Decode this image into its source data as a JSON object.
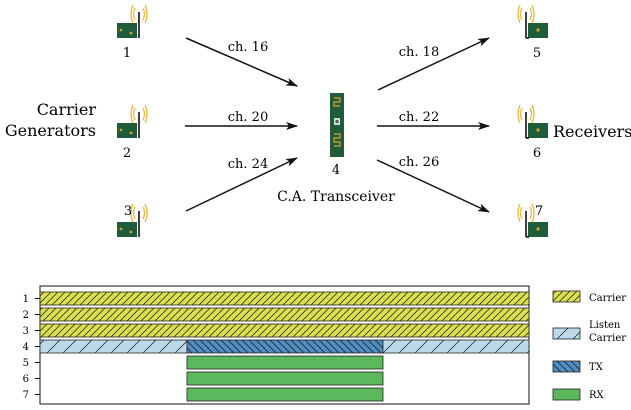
{
  "diagram": {
    "nodes": [
      {
        "id": "1",
        "label": "1",
        "role": "carrier-generator"
      },
      {
        "id": "2",
        "label": "2",
        "role": "carrier-generator"
      },
      {
        "id": "3",
        "label": "3",
        "role": "carrier-generator"
      },
      {
        "id": "4",
        "label": "4",
        "role": "transceiver"
      },
      {
        "id": "5",
        "label": "5",
        "role": "receiver"
      },
      {
        "id": "6",
        "label": "6",
        "role": "receiver"
      },
      {
        "id": "7",
        "label": "7",
        "role": "receiver"
      }
    ],
    "links": [
      {
        "from": "1",
        "to": "4",
        "label": "ch. 16"
      },
      {
        "from": "2",
        "to": "4",
        "label": "ch. 20"
      },
      {
        "from": "3",
        "to": "4",
        "label": "ch. 24"
      },
      {
        "from": "4",
        "to": "5",
        "label": "ch. 18"
      },
      {
        "from": "4",
        "to": "6",
        "label": "ch. 22"
      },
      {
        "from": "4",
        "to": "7",
        "label": "ch. 26"
      }
    ],
    "group_labels": {
      "carrier_line1": "Carrier",
      "carrier_line2": "Generators",
      "receivers": "Receivers",
      "transceiver": "C.A. Transceiver"
    }
  },
  "timeline": {
    "rows": [
      "1",
      "2",
      "3",
      "4",
      "5",
      "6",
      "7"
    ],
    "legend": [
      {
        "key": "carrier",
        "line1": "Carrier",
        "line2": "",
        "color": "#dce04a",
        "hatch": "dense-diag"
      },
      {
        "key": "listen",
        "line1": "Listen",
        "line2": "Carrier",
        "color": "#bcd9ea",
        "hatch": "sparse-diag"
      },
      {
        "key": "tx",
        "line1": "TX",
        "line2": "",
        "color": "#4f8ec2",
        "hatch": "back-diag"
      },
      {
        "key": "rx",
        "line1": "RX",
        "line2": "",
        "color": "#5cb85c",
        "hatch": "none"
      }
    ]
  },
  "colors": {
    "board": "#1f5d3a",
    "antenna_wave": "#f2b840",
    "line": "#111111"
  }
}
